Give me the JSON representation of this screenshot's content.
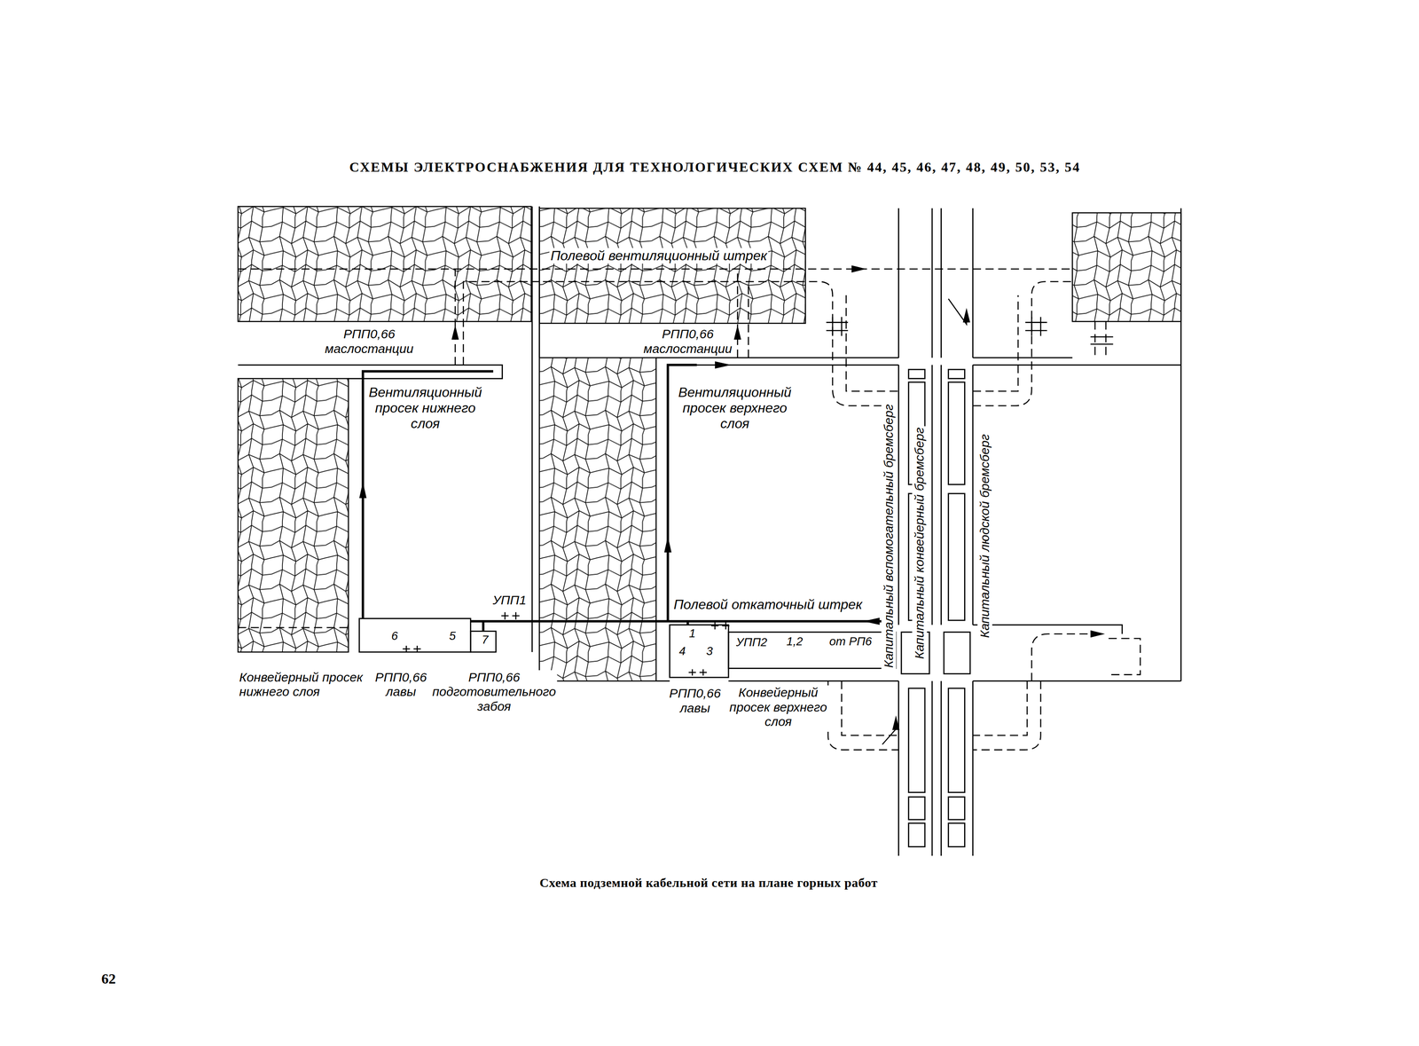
{
  "diagram": {
    "title": "СХЕМЫ ЭЛЕКТРОСНАБЖЕНИЯ ДЛЯ ТЕХНОЛОГИЧЕСКИХ СХЕМ № 44, 45, 46, 47, 48, 49, 50, 53, 54",
    "caption": "Схема подземной кабельной сети на плане горных работ",
    "labels": [
      "Полевой вентиляционный штрек",
      "РПП0,66 маслостанции",
      "РПП0,66 маслостанции",
      "Вентиляционный просек нижнего слоя",
      "Вентиляционный просек верхнего слоя",
      "УПП1",
      "Полевой откаточный штрек",
      "6",
      "5",
      "7",
      "1",
      "4",
      "3",
      "УПП2",
      "1,2",
      "от РП6",
      "Капитальный вспомогательный бремсберг",
      "Капитальный конвейерный бремсберг",
      "Капитальный людской бремсберг",
      "Конвейерный просек нижнего слоя",
      "РПП0,66 лавы",
      "РПП0,66 подготовительного забоя",
      "РПП0,66 лавы",
      "Конвейерный просек верхнего слоя",
      "62"
    ]
  }
}
